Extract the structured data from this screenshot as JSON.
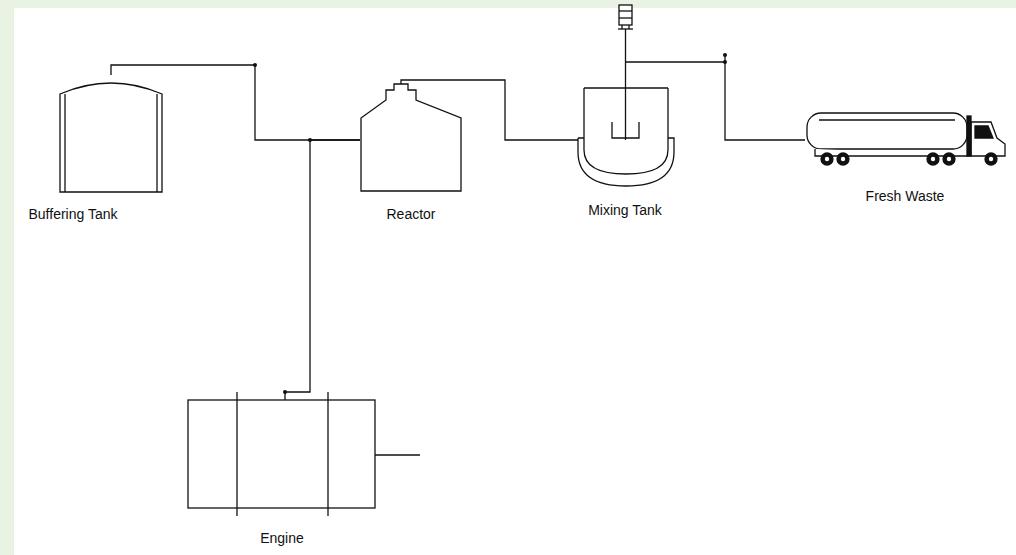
{
  "diagram": {
    "nodes": [
      {
        "text": [
          "Buffering Tank"
        ]
      },
      {
        "text": [
          "Reactor"
        ]
      },
      {
        "text": [
          "Mixing Tank"
        ]
      },
      {
        "text": [
          "Fresh Waste"
        ]
      },
      {
        "text": [
          "Engine"
        ]
      }
    ],
    "edges": [
      {
        "from": 1,
        "to": 0,
        "arrow": "none"
      },
      {
        "from": 1,
        "to": 4,
        "arrow": "none"
      },
      {
        "from": 2,
        "to": 1,
        "arrow": "none"
      },
      {
        "from": 3,
        "to": 2,
        "arrow": "none"
      }
    ]
  }
}
